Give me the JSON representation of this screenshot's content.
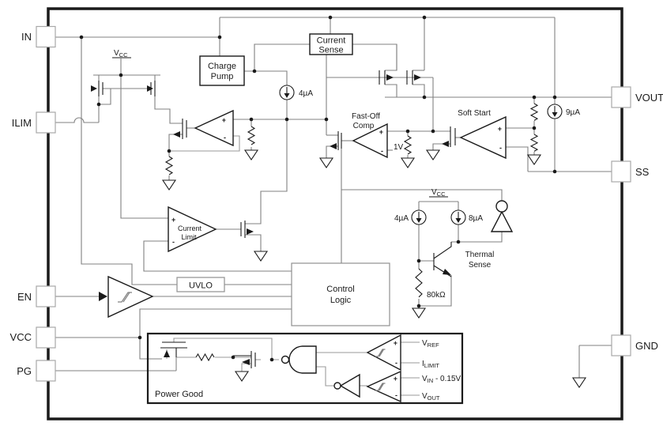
{
  "diagram_type": "ic-functional-block-diagram",
  "pins": {
    "left": [
      {
        "name": "IN"
      },
      {
        "name": "ILIM"
      },
      {
        "name": "EN"
      },
      {
        "name": "VCC"
      },
      {
        "name": "PG"
      }
    ],
    "right": [
      {
        "name": "VOUT"
      },
      {
        "name": "SS"
      },
      {
        "name": "GND"
      }
    ]
  },
  "blocks": {
    "charge_pump_l1": "Charge",
    "charge_pump_l2": "Pump",
    "current_sense_l1": "Current",
    "current_sense_l2": "Sense",
    "uvlo": "UVLO",
    "control_logic_l1": "Control",
    "control_logic_l2": "Logic",
    "power_good": "Power Good"
  },
  "amps": {
    "fast_off_l1": "Fast-Off",
    "fast_off_l2": "Comp",
    "soft_start": "Soft Start",
    "current_limit_l1": "Current",
    "current_limit_l2": "Limit",
    "thermal_l1": "Thermal",
    "thermal_l2": "Sense"
  },
  "values": {
    "gate_current": "4µA",
    "soft_start_current": "9µA",
    "bias_current_1": "4µA",
    "bias_current_2": "8µA",
    "thermal_resistor": "80kΩ",
    "fast_off_ref": "1V"
  },
  "subscript_labels": {
    "v": "V",
    "i": "I",
    "cc": "CC",
    "ref": "REF",
    "limit": "LIMIT",
    "inp": "IN",
    "out": "OUT",
    "vin_offset_suffix": " - 0.15V"
  },
  "glyphs": {
    "plus": "+",
    "minus": "-"
  },
  "colors": {
    "background": "#ffffff",
    "outer_border": "#1a1a1a",
    "wire": "#808080",
    "component": "#1a1a1a",
    "pin_border": "#a8a8a8",
    "gray_box_border": "#909090"
  }
}
